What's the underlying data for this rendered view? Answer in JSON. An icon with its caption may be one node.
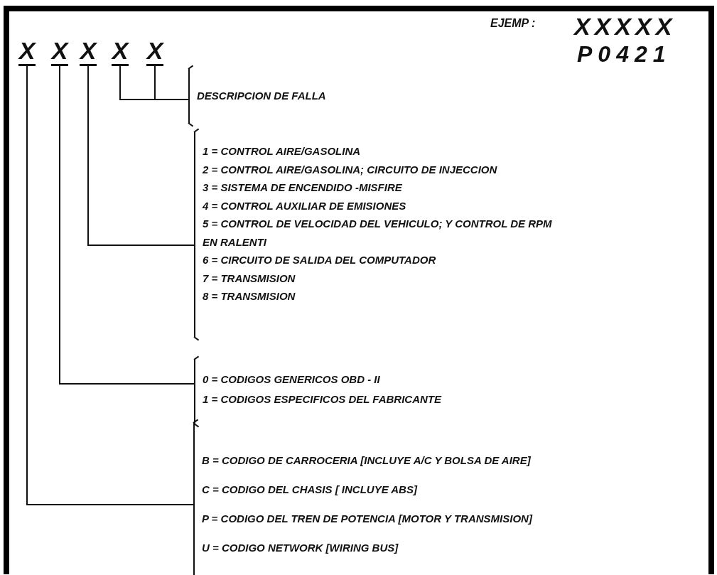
{
  "diagram": {
    "nodes": [
      {
        "text": [
          "X"
        ]
      },
      {
        "text": [
          "X"
        ]
      },
      {
        "text": [
          "X"
        ]
      },
      {
        "text": [
          "X"
        ]
      },
      {
        "text": [
          "X"
        ]
      },
      {
        "text": [
          "DESCRIPCION DE FALLA"
        ]
      },
      {
        "text": [
          "1 = CONTROL AIRE/GASOLINA",
          "2 = CONTROL AIRE/GASOLINA; CIRCUITO DE INJECCION",
          "3 = SISTEMA DE ENCENDIDO -MISFIRE",
          "4 = CONTROL AUXILIAR DE EMISIONES",
          "5 = CONTROL DE VELOCIDAD DEL VEHICULO; Y CONTROL DE RPM EN RALENTI",
          "6 = CIRCUITO DE SALIDA DEL COMPUTADOR",
          "7 = TRANSMISION",
          "8 = TRANSMISION"
        ]
      },
      {
        "text": [
          "0 = CODIGOS GENERICOS OBD - II",
          "1 = CODIGOS ESPECIFICOS DEL FABRICANTE"
        ]
      },
      {
        "text": [
          "B = CODIGO DE CARROCERIA [INCLUYE A/C Y BOLSA DE AIRE]",
          "C = CODIGO DEL CHASIS [ INCLUYE ABS]",
          "P = CODIGO DEL TREN DE POTENCIA [MOTOR Y TRANSMISION]",
          "U =  CODIGO NETWORK [WIRING BUS]"
        ]
      }
    ],
    "edges": [
      {
        "from": 3,
        "to": 5,
        "arrow": "none"
      },
      {
        "from": 4,
        "to": 5,
        "arrow": "none"
      },
      {
        "from": 2,
        "to": 6,
        "arrow": "none"
      },
      {
        "from": 1,
        "to": 7,
        "arrow": "none"
      },
      {
        "from": 0,
        "to": 8,
        "arrow": "none"
      }
    ],
    "labels": [
      "EJEMP :",
      "XXXXX",
      "P0421"
    ]
  }
}
